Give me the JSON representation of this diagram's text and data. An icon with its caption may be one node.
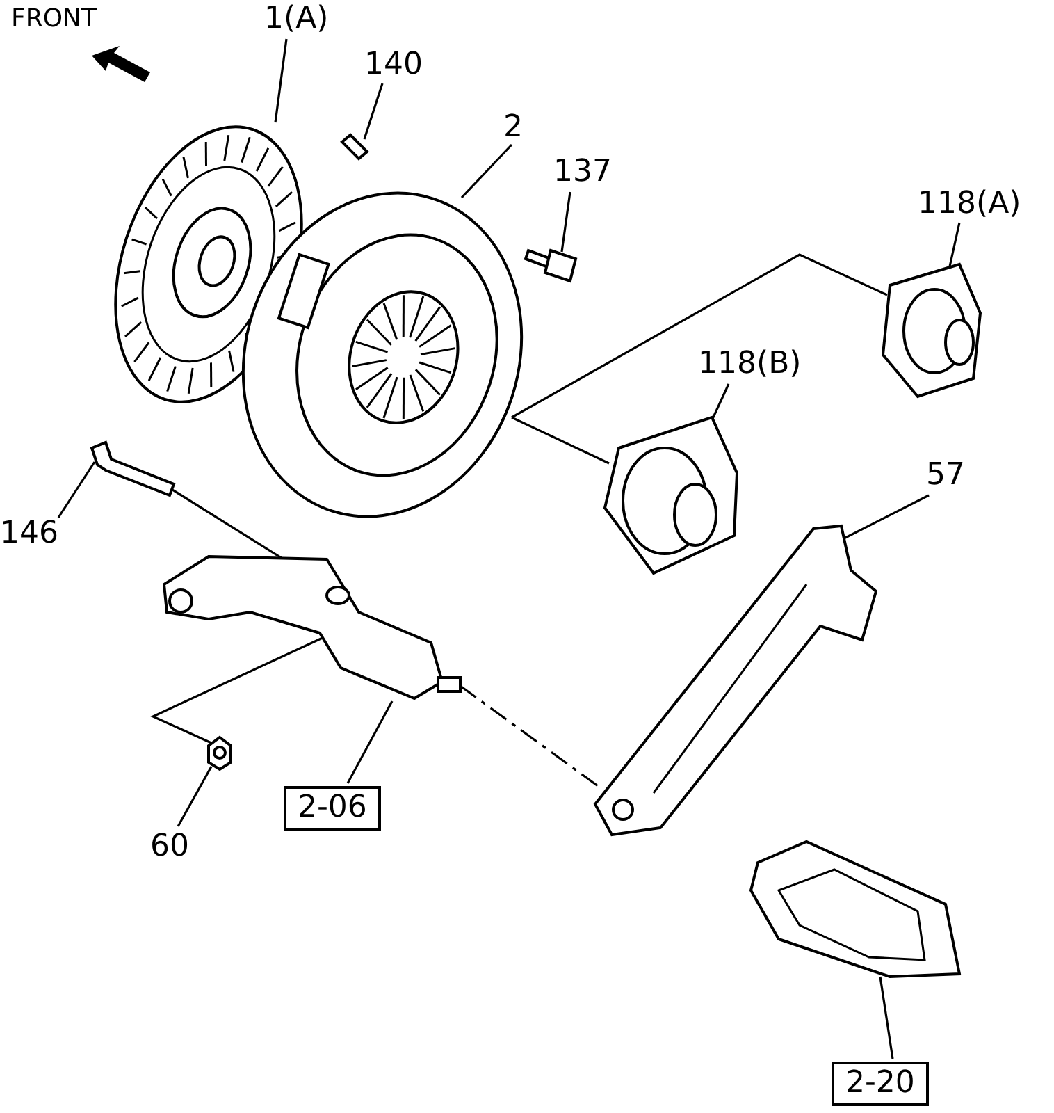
{
  "diagram": {
    "nodes": [
      {
        "text": [
          "1(A)"
        ]
      },
      {
        "text": [
          "140"
        ]
      },
      {
        "text": [
          "2"
        ]
      },
      {
        "text": [
          "137"
        ]
      },
      {
        "text": [
          "118(A)"
        ]
      },
      {
        "text": [
          "118(B)"
        ]
      },
      {
        "text": [
          "57"
        ]
      },
      {
        "text": [
          "146"
        ]
      },
      {
        "text": [
          "2-06"
        ]
      },
      {
        "text": [
          "60"
        ]
      },
      {
        "text": [
          "2-20"
        ]
      },
      {
        "text": [],
        "shape": "picture"
      },
      {
        "text": [],
        "shape": "picture"
      },
      {
        "text": [],
        "shape": "picture"
      },
      {
        "text": [],
        "shape": "picture"
      },
      {
        "text": [],
        "shape": "picture"
      },
      {
        "text": [],
        "shape": "picture"
      },
      {
        "text": [],
        "shape": "picture"
      },
      {
        "text": [],
        "shape": "picture"
      },
      {
        "text": [],
        "shape": "picture"
      },
      {
        "text": [],
        "shape": "picture"
      },
      {
        "text": [],
        "shape": "picture"
      }
    ],
    "edges": [
      {
        "from": 0,
        "to": 11,
        "arrow": "none"
      },
      {
        "from": 1,
        "to": 12,
        "arrow": "none"
      },
      {
        "from": 2,
        "to": 13,
        "arrow": "none"
      },
      {
        "from": 3,
        "to": 14,
        "arrow": "none"
      },
      {
        "from": 4,
        "to": 15,
        "arrow": "none"
      },
      {
        "from": 5,
        "to": 16,
        "arrow": "none"
      },
      {
        "from": 6,
        "to": 17,
        "arrow": "none"
      },
      {
        "from": 7,
        "to": 18,
        "arrow": "none"
      },
      {
        "from": 8,
        "to": 19,
        "arrow": "none"
      },
      {
        "from": 9,
        "to": 20,
        "arrow": "none"
      },
      {
        "from": 10,
        "to": 21,
        "arrow": "none"
      },
      {
        "from": 13,
        "to": 16,
        "arrow": "none"
      },
      {
        "from": 13,
        "to": 15,
        "arrow": "none"
      },
      {
        "from": 19,
        "to": 17,
        "arrow": "none",
        "style": "dashed"
      },
      {
        "from": 20,
        "to": 19,
        "arrow": "none"
      },
      {
        "from": 18,
        "to": 19,
        "arrow": "none"
      }
    ],
    "labels": [
      "FRONT"
    ]
  }
}
